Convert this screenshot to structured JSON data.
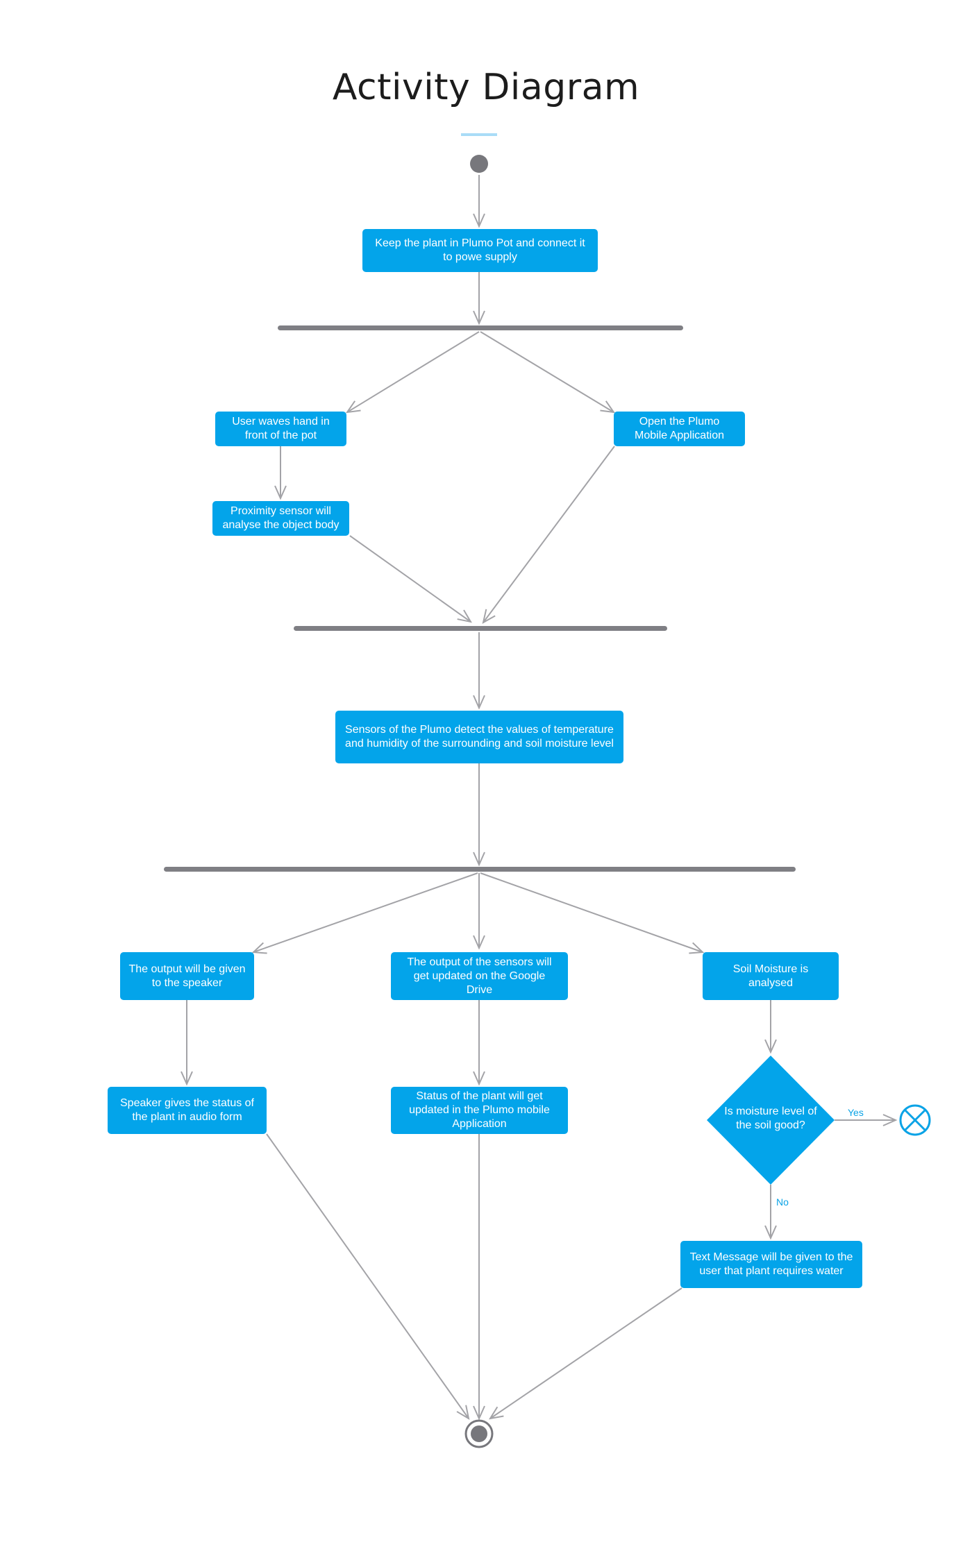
{
  "title": "Activity Diagram",
  "nodes": {
    "keep_plant": "Keep the plant in Plumo Pot and connect it to powe supply",
    "wave_hand": "User waves hand in front of the pot",
    "open_app": "Open the Plumo Mobile Application",
    "proximity": "Proximity sensor will analyse the object body",
    "sensors_detect": "Sensors of the Plumo detect the values of temperature and humidity of the surrounding and soil moisture level",
    "output_speaker": "The output will be given to the speaker",
    "output_drive": "The output of the sensors will get updated on the Google Drive",
    "soil_analysed": "Soil Moisture is analysed",
    "speaker_status": "Speaker gives the status of the plant in audio form",
    "status_app": "Status of the plant will get updated in the Plumo mobile Application",
    "decision": "Is moisture level of the soil good?",
    "text_message": "Text Message will be given to the user that plant requires water"
  },
  "guards": {
    "yes": "Yes",
    "no": "No"
  },
  "colors": {
    "box": "#03a4ea",
    "line": "#a3a3a7",
    "bar": "#7f7f84",
    "node": "#77777c"
  }
}
